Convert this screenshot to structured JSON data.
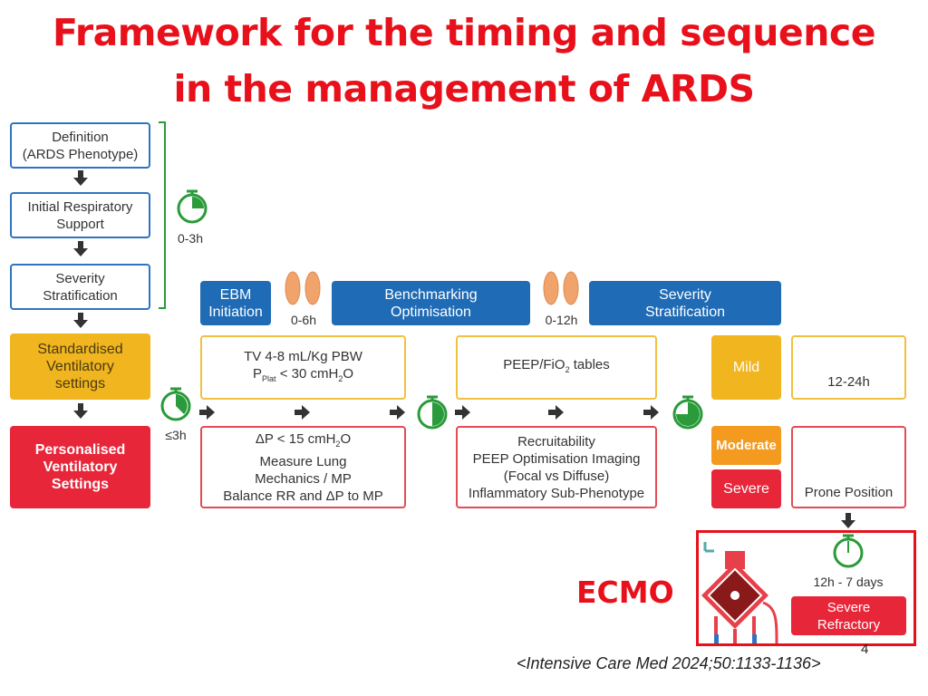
{
  "title": {
    "line1": "Framework for the timing and sequence",
    "line2": "in the management of ARDS"
  },
  "left_column": [
    "Definition\n(ARDS Phenotype)",
    "Initial Respiratory\nSupport",
    "Severity\nStratification",
    "Standardised\nVentilatory\nsettings",
    "Personalised\nVentilatory\nSettings"
  ],
  "timers": {
    "t1": "0-3h",
    "t2": "≤3h",
    "ecmo": "12h - 7 days"
  },
  "phases": {
    "ebm": "EBM\nInitiation",
    "bench": "Benchmarking\nOptimisation",
    "severity": "Severity\nStratification",
    "feet1": "0-6h",
    "feet2": "0-12h",
    "feet3": "12-24h"
  },
  "standard": {
    "tv": "TV 4-8 mL/Kg PBW",
    "pplat_p": "P",
    "pplat_sub": "Plat",
    "pplat_rest": " < 30 cmH",
    "h2o_sub": "2",
    "h2o_o": "O",
    "peep": "PEEP/FiO",
    "peep_sub": "2",
    "peep_rest": " tables"
  },
  "personal": {
    "dp": "ΔP < 15 cmH",
    "dp_sub": "2",
    "dp_o": "O",
    "rest": "Measure Lung\nMechanics / MP\nBalance RR and ΔP to MP",
    "recruit": "Recruitability\nPEEP Optimisation Imaging\n(Focal vs Diffuse)\nInflammatory Sub-Phenotype"
  },
  "severity": {
    "mild": "Mild",
    "moderate": "Moderate",
    "severe": "Severe",
    "prone": "Prone Position",
    "refractory": "Severe\nRefractory"
  },
  "ecmo_label": "ECMO",
  "citation": "<Intensive Care Med 2024;50:1133-1136>",
  "page_number": "4",
  "colors": {
    "title": "#e8101a",
    "blue": "#1f6bb5",
    "yellow": "#f0b51f",
    "red": "#e8263a",
    "green": "#2a9a3a"
  }
}
